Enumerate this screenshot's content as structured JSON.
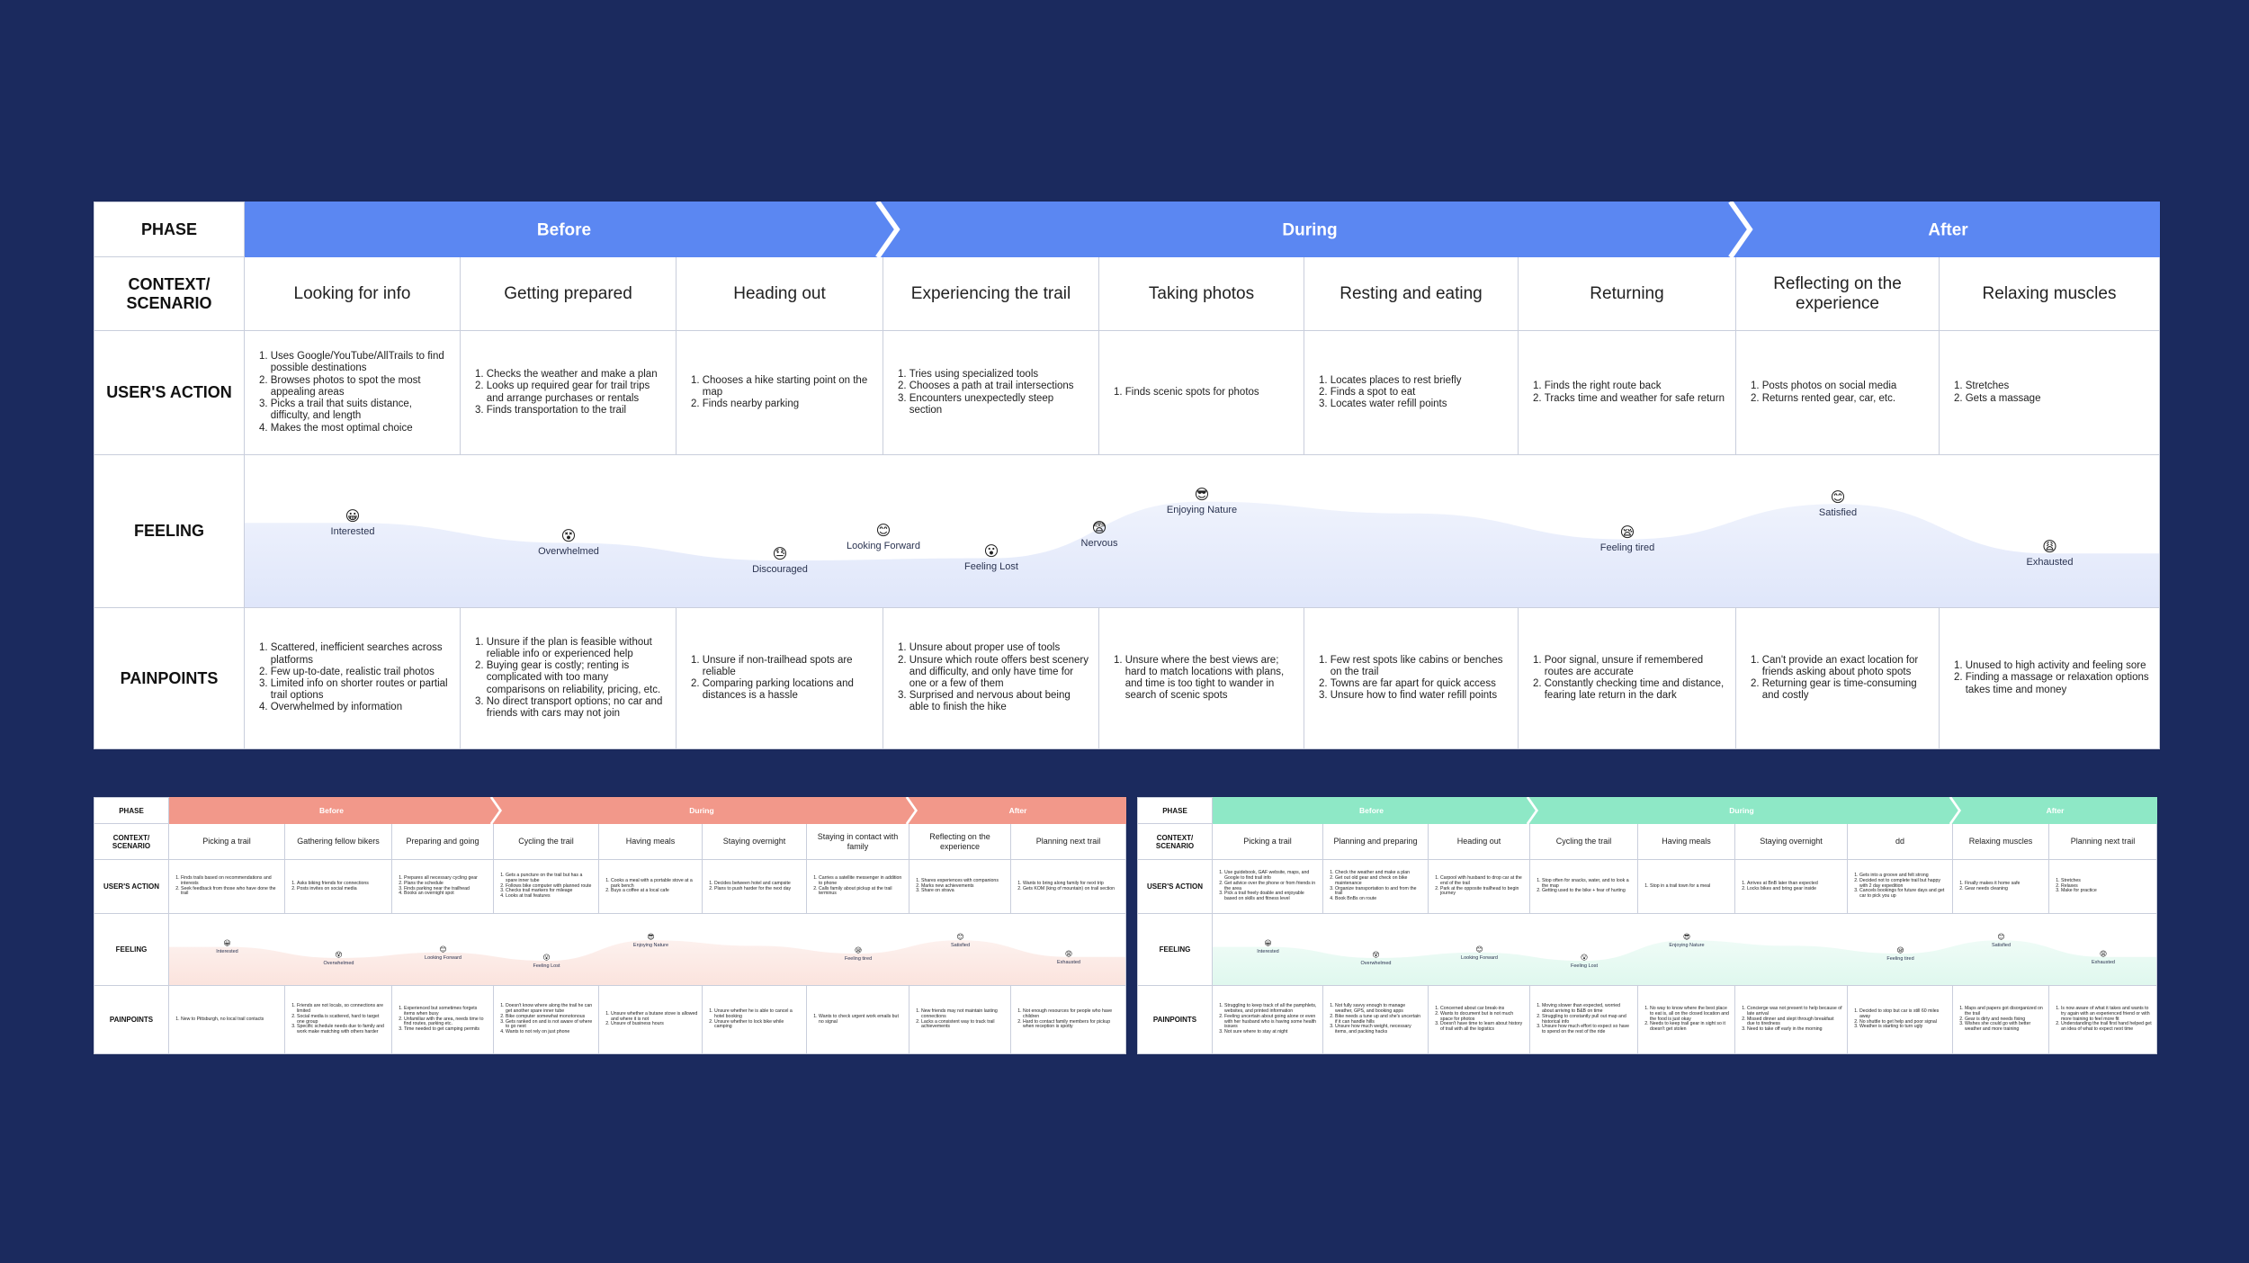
{
  "main": {
    "labels": {
      "phase": "PHASE",
      "context": "CONTEXT/\nSCENARIO",
      "action": "USER'S ACTION",
      "feeling": "FEELING",
      "pain": "PAINPOINTS"
    },
    "phases": [
      "Before",
      "During",
      "After"
    ],
    "phase_spans": [
      3,
      4,
      2
    ],
    "color": "#5b87f2",
    "fill": "#dfe6fa",
    "columns": [
      {
        "title": "Looking for info",
        "actions": [
          "Uses Google/YouTube/AllTrails to find possible destinations",
          "Browses photos to spot the most appealing areas",
          "Picks a trail that suits distance, difficulty, and length",
          "Makes the most optimal choice"
        ],
        "feeling": {
          "emoji": "😀",
          "label": "Interested",
          "level": 0.62
        },
        "pains": [
          "Scattered, inefficient searches across platforms",
          "Few up-to-date, realistic trail photos",
          "Limited info on shorter routes or partial trail options",
          "Overwhelmed by information"
        ]
      },
      {
        "title": "Getting prepared",
        "actions": [
          "Checks the weather and make a plan",
          "Looks up required gear for trail trips and arrange purchases or rentals",
          "Finds transportation to the trail"
        ],
        "feeling": {
          "emoji": "😵",
          "label": "Overwhelmed",
          "level": 0.45
        },
        "pains": [
          "Unsure if the plan is feasible without reliable info or experienced help",
          "Buying gear is costly; renting is complicated with too many comparisons on reliability, pricing, etc.",
          "No direct transport options; no car and friends with cars may not join"
        ]
      },
      {
        "title": "Heading out",
        "actions": [
          "Chooses a hike starting point on the map",
          "Finds nearby parking"
        ],
        "feeling": {
          "emoji": "😓",
          "label": "Discouraged",
          "level": 0.3
        },
        "pains": [
          "Unsure if non-trailhead spots are reliable",
          "Comparing parking locations and distances is a hassle"
        ]
      },
      {
        "title": "Experiencing the trail",
        "actions": [
          "Tries using specialized tools",
          "Chooses a path at trail intersections",
          "Encounters unexpectedly steep section"
        ],
        "feeling": {
          "emoji": "😮",
          "label": "Feeling Lost",
          "level": 0.32
        },
        "pains": [
          "Unsure about proper use of tools",
          "Unsure which route offers best scenery and difficulty, and only have time for one or a few of them",
          "Surprised and nervous about being able to finish the hike"
        ]
      },
      {
        "title": "Taking photos",
        "actions": [
          "Finds scenic spots for photos"
        ],
        "feeling": {
          "emoji": "😎",
          "label": "Enjoying Nature",
          "level": 0.8
        },
        "pains": [
          "Unsure where the best views are; hard to match locations with plans, and time is too tight to wander in search of scenic spots"
        ]
      },
      {
        "title": "Resting and eating",
        "actions": [
          "Locates places to rest briefly",
          "Finds a spot to eat",
          "Locates water refill points"
        ],
        "feeling": {
          "emoji": "",
          "label": "",
          "level": 0.7
        },
        "pains": [
          "Few rest spots like cabins or benches on the trail",
          "Towns are far apart for quick access",
          "Unsure how to find water refill points"
        ]
      },
      {
        "title": "Returning",
        "actions": [
          "Finds the right route back",
          "Tracks time and weather for safe return"
        ],
        "feeling": {
          "emoji": "😪",
          "label": "Feeling tired",
          "level": 0.48
        },
        "pains": [
          "Poor signal, unsure if remembered routes are accurate",
          "Constantly checking time and distance, fearing late return in the dark"
        ]
      },
      {
        "title": "Reflecting on the experience",
        "actions": [
          "Posts photos on social media",
          "Returns rented gear, car, etc."
        ],
        "feeling": {
          "emoji": "😊",
          "label": "Satisfied",
          "level": 0.78
        },
        "pains": [
          "Can't provide an exact location for friends asking about photo spots",
          "Returning gear is time-consuming and costly"
        ]
      },
      {
        "title": "Relaxing muscles",
        "actions": [
          "Stretches",
          "Gets a massage"
        ],
        "feeling": {
          "emoji": "😩",
          "label": "Exhausted",
          "level": 0.36
        },
        "pains": [
          "Unused to high activity and feeling sore",
          "Finding a massage or relaxation options takes time and money"
        ]
      }
    ],
    "extra_points": [
      {
        "emoji": "😊",
        "label": "Looking Forward",
        "after": 2,
        "level": 0.5
      },
      {
        "emoji": "😨",
        "label": "Nervous",
        "after": 3,
        "level": 0.52
      }
    ]
  },
  "left": {
    "labels": {
      "phase": "PHASE",
      "context": "CONTEXT/\nSCENARIO",
      "action": "USER'S ACTION",
      "feeling": "FEELING",
      "pain": "PAINPOINTS"
    },
    "phases": [
      "Before",
      "During",
      "After"
    ],
    "phase_spans": [
      3,
      4,
      2
    ],
    "color": "#f2988a",
    "fill": "#fbe3dd",
    "columns": [
      {
        "title": "Picking a trail",
        "actions": [
          "Finds trails based on recommendations and interests",
          "Seek feedback from those who have done the trail"
        ],
        "feeling": {
          "emoji": "😀",
          "label": "Interested",
          "level": 0.6
        },
        "pains": [
          "New to Pittsburgh, no local trail contacts"
        ]
      },
      {
        "title": "Gathering fellow bikers",
        "actions": [
          "Asks biking friends for connections",
          "Posts invites on social media"
        ],
        "feeling": {
          "emoji": "😵",
          "label": "Overwhelmed",
          "level": 0.4
        },
        "pains": [
          "Friends are not locals, so connections are limited",
          "Social media is scattered, hard to target one group",
          "Specific schedule needs due to family and work make matching with others harder"
        ]
      },
      {
        "title": "Preparing and going",
        "actions": [
          "Prepares all necessary cycling gear",
          "Plans the schedule",
          "Finds parking near the trailhead",
          "Books an overnight spot"
        ],
        "feeling": {
          "emoji": "😊",
          "label": "Looking Forward",
          "level": 0.5
        },
        "pains": [
          "Experienced but sometimes forgets items when busy",
          "Unfamiliar with the area, needs time to find routes, parking etc.",
          "Time needed to get camping permits"
        ]
      },
      {
        "title": "Cycling the trail",
        "actions": [
          "Gets a puncture on the trail but has a spare inner tube",
          "Follows bike computer with planned route",
          "Checks trail markers for mileage",
          "Looks at trail features"
        ],
        "feeling": {
          "emoji": "😮",
          "label": "Feeling Lost",
          "level": 0.35
        },
        "pains": [
          "Doesn't know where along the trail he can get another spare inner tube",
          "Bike computer somewhat monotonous",
          "Gets ranked on and is not aware of where to go next",
          "Wants to not rely on just phone"
        ]
      },
      {
        "title": "Having meals",
        "actions": [
          "Cooks a meal with a portable stove at a park bench",
          "Buys a coffee at a local cafe"
        ],
        "feeling": {
          "emoji": "😎",
          "label": "Enjoying Nature",
          "level": 0.72
        },
        "pains": [
          "Unsure whether a butane stove is allowed and where it is not",
          "Unsure of business hours"
        ]
      },
      {
        "title": "Staying overnight",
        "actions": [
          "Decides between hotel and campsite",
          "Plans to push harder for the next day"
        ],
        "feeling": {
          "emoji": "",
          "label": "",
          "level": 0.62
        },
        "pains": [
          "Unsure whether he is able to cancel a hotel booking",
          "Unsure whether to lock bike while camping"
        ]
      },
      {
        "title": "Staying in contact with family",
        "actions": [
          "Carries a satellite messenger in addition to phone",
          "Calls family about pickup at the trail terminus"
        ],
        "feeling": {
          "emoji": "😪",
          "label": "Feeling tired",
          "level": 0.48
        },
        "pains": [
          "Wants to check urgent work emails but no signal"
        ]
      },
      {
        "title": "Reflecting on the experience",
        "actions": [
          "Shares experiences with companions",
          "Marks new achievements",
          "Share on strava"
        ],
        "feeling": {
          "emoji": "😊",
          "label": "Satisfied",
          "level": 0.72
        },
        "pains": [
          "New friends may not maintain lasting connections",
          "Lacks a consistent way to track trail achievements"
        ]
      },
      {
        "title": "Planning next trail",
        "actions": [
          "Wants to bring along family for next trip",
          "Gets KOM (king of mountain) on trail section"
        ],
        "feeling": {
          "emoji": "😩",
          "label": "Exhausted",
          "level": 0.42
        },
        "pains": [
          "Not enough resources for people who have children",
          "Hard to contact family members for pickup when reception is spotty"
        ]
      }
    ]
  },
  "right": {
    "labels": {
      "phase": "PHASE",
      "context": "CONTEXT/\nSCENARIO",
      "action": "USER'S ACTION",
      "feeling": "FEELING",
      "pain": "PAINPOINTS"
    },
    "phases": [
      "Before",
      "During",
      "After"
    ],
    "phase_spans": [
      3,
      4,
      2
    ],
    "color": "#8ee8c6",
    "fill": "#dff8ee",
    "columns": [
      {
        "title": "Picking a trail",
        "actions": [
          "Use guidebook, GAF website, maps, and Google to find trail info",
          "Get advice over the phone or from friends in the area",
          "Pick a trail freely doable and enjoyable based on skills and fitness level"
        ],
        "feeling": {
          "emoji": "😀",
          "label": "Interested",
          "level": 0.6
        },
        "pains": [
          "Struggling to keep track of all the pamphlets, websites, and printed information",
          "Feeling uncertain about going alone or even with her husband who is having some health issues",
          "Not sure where to stay at night"
        ]
      },
      {
        "title": "Planning and preparing",
        "actions": [
          "Check the weather and make a plan",
          "Get out old gear and check on bike maintenance",
          "Organize transportation to and from the trail",
          "Book BnBs on route"
        ],
        "feeling": {
          "emoji": "😵",
          "label": "Overwhelmed",
          "level": 0.4
        },
        "pains": [
          "Not fully savvy enough to manage weather, GPS, and booking apps",
          "Bike needs a tune up and she's uncertain if it can handle hills",
          "Unsure how much weight, necessary items, and packing hacks"
        ]
      },
      {
        "title": "Heading out",
        "actions": [
          "Carpool with husband to drop car at the end of the trail",
          "Park at the opposite trailhead to begin journey"
        ],
        "feeling": {
          "emoji": "😊",
          "label": "Looking Forward",
          "level": 0.5
        },
        "pains": [
          "Concerned about car break-ins",
          "Wants to document but is not much space for photos",
          "Doesn't have time to learn about history of trail with all the logistics"
        ]
      },
      {
        "title": "Cycling the trail",
        "actions": [
          "Stop often for snacks, water, and to look a the map",
          "Getting used to the bike + fear of hurting"
        ],
        "feeling": {
          "emoji": "😮",
          "label": "Feeling Lost",
          "level": 0.35
        },
        "pains": [
          "Moving slower than expected, worried about arriving to B&B on time",
          "Struggling to constantly pull out map and historical info",
          "Unsure how much effort to expect so have to spend on the rest of the ride"
        ]
      },
      {
        "title": "Having meals",
        "actions": [
          "Stop in a trail town for a meal"
        ],
        "feeling": {
          "emoji": "😎",
          "label": "Enjoying Nature",
          "level": 0.72
        },
        "pains": [
          "No way to know where the best place to eat is, all on the closed location and the food is just okay",
          "Needs to keep trail gear in sight so it doesn't get stolen"
        ]
      },
      {
        "title": "Staying overnight",
        "actions": [
          "Arrives at BnB later than expected",
          "Locks bikes and bring gear inside"
        ],
        "feeling": {
          "emoji": "",
          "label": "",
          "level": 0.62
        },
        "pains": [
          "Concierge was not present to help because of late arrival",
          "Missed dinner and slept through breakfast due to tiredness",
          "Need to take off early in the morning"
        ]
      },
      {
        "title": "dd",
        "actions": [
          "Gets into a groove and felt strong",
          "Decided not to complete trail but happy with 2 day expedition",
          "Cancels bookings for future days and get car to pick you up"
        ],
        "feeling": {
          "emoji": "😪",
          "label": "Feeling tired",
          "level": 0.48
        },
        "pains": [
          "Decided to stop but car is still 60 miles away",
          "No shuttle to get help and poor signal",
          "Weather is starting to turn ugly"
        ]
      },
      {
        "title": "Relaxing muscles",
        "actions": [
          "Finally makes it home safe",
          "Gear needs cleaning"
        ],
        "feeling": {
          "emoji": "😊",
          "label": "Satisfied",
          "level": 0.72
        },
        "pains": [
          "Maps and papers got disorganized on the trail",
          "Gear is dirty and needs fixing",
          "Wishes she could go with better weather and more training"
        ]
      },
      {
        "title": "Planning next trail",
        "actions": [
          "Stretches",
          "Relaxes",
          "Make for practice"
        ],
        "feeling": {
          "emoji": "😩",
          "label": "Exhausted",
          "level": 0.42
        },
        "pains": [
          "Is now aware of what it takes and wants to try again with an experienced friend or with more training to feel more fit",
          "Understanding the trail first hand helped get an idea of what to expect next time"
        ]
      }
    ]
  }
}
